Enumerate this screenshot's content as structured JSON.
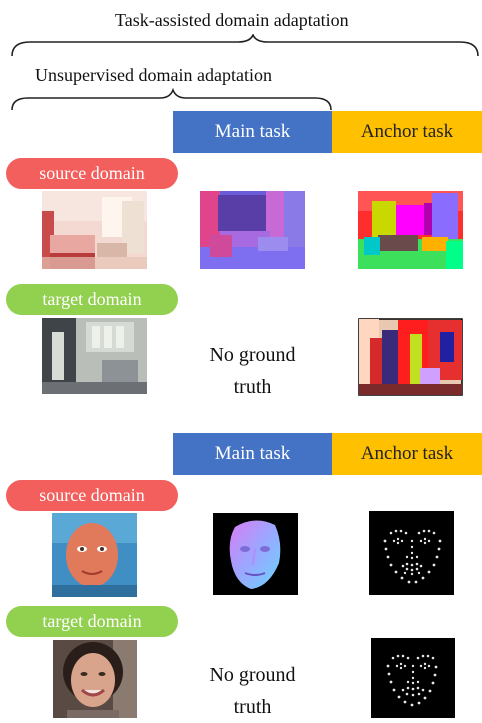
{
  "top_label": "Task-assisted domain adaptation",
  "sub_label": "Unsupervised domain adaptation",
  "panels": [
    {
      "main_task": "Main task",
      "anchor_task": "Anchor task",
      "source_label": "source domain",
      "target_label": "target domain",
      "no_gt_line1": "No ground",
      "no_gt_line2": "truth"
    },
    {
      "main_task": "Main task",
      "anchor_task": "Anchor task",
      "source_label": "source domain",
      "target_label": "target domain",
      "no_gt_line1": "No ground",
      "no_gt_line2": "truth"
    }
  ],
  "colors": {
    "main_task": "#4472c4",
    "anchor_task": "#ffc000",
    "source_pill": "#f25f5c",
    "target_pill": "#92d050"
  },
  "icons": [
    "brace-icon"
  ]
}
